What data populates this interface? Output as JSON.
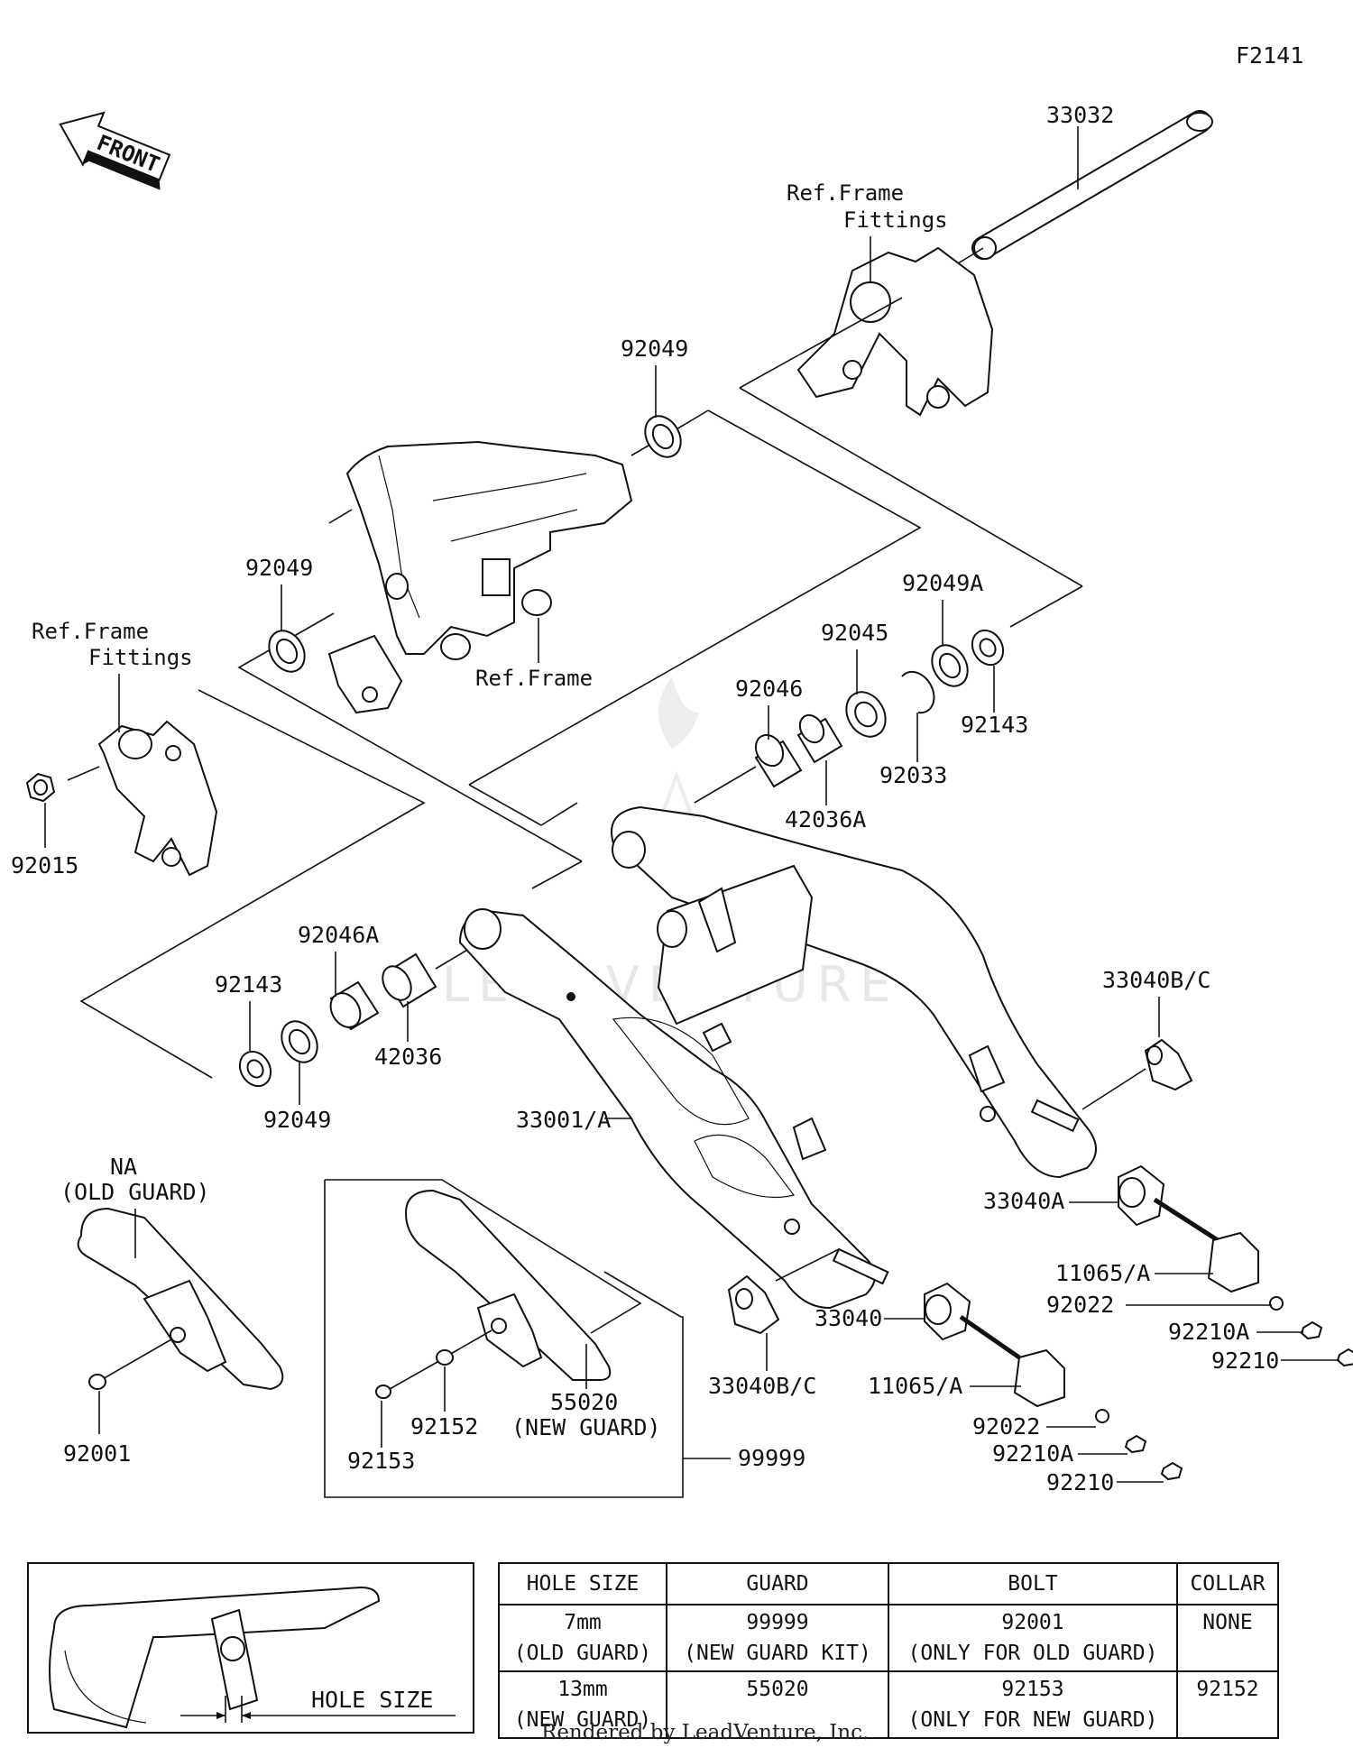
{
  "diagram_code": "F2141",
  "front_label": "FRONT",
  "watermark": "LEADVENTURE",
  "labels": {
    "p33032": "33032",
    "ref_frame_fittings_1": "Ref.Frame",
    "ref_frame_fittings_2": "Fittings",
    "p92049_top": "92049",
    "p92049_left": "92049",
    "ref_frame": "Ref.Frame",
    "p92049A": "92049A",
    "p92045": "92045",
    "p92046": "92046",
    "p92143_right": "92143",
    "p92033": "92033",
    "p42036A": "42036A",
    "ref_ff_left_1": "Ref.Frame",
    "ref_ff_left_2": "Fittings",
    "p92015": "92015",
    "p92046A": "92046A",
    "p92143_left": "92143",
    "p42036": "42036",
    "p92049_bottom": "92049",
    "p33001A": "33001/A",
    "p33040BC_right": "33040B/C",
    "p33040A": "33040A",
    "p11065A_right": "11065/A",
    "p92022_right": "92022",
    "p92210A_right": "92210A",
    "p92210_right": "92210",
    "na": "NA",
    "old_guard": "(OLD GUARD)",
    "p92001": "92001",
    "p92152": "92152",
    "p55020": "55020",
    "new_guard": "(NEW GUARD)",
    "p92153": "92153",
    "p99999": "99999",
    "p33040BC_bottom": "33040B/C",
    "p33040": "33040",
    "p11065A_bottom": "11065/A",
    "p92022_bottom": "92022",
    "p92210A_bottom": "92210A",
    "p92210_bottom": "92210"
  },
  "hole_size_label": "HOLE SIZE",
  "table": {
    "headers": [
      "HOLE SIZE",
      "GUARD",
      "BOLT",
      "COLLAR"
    ],
    "rows": [
      [
        "7mm",
        "(OLD GUARD)",
        "99999",
        "(NEW GUARD KIT)",
        "92001",
        "(ONLY FOR OLD GUARD)",
        "NONE"
      ],
      [
        "13mm",
        "(NEW GUARD)",
        "55020",
        "",
        "92153",
        "(ONLY FOR NEW GUARD)",
        "92152"
      ]
    ]
  },
  "footer": "Rendered by LeadVenture, Inc."
}
